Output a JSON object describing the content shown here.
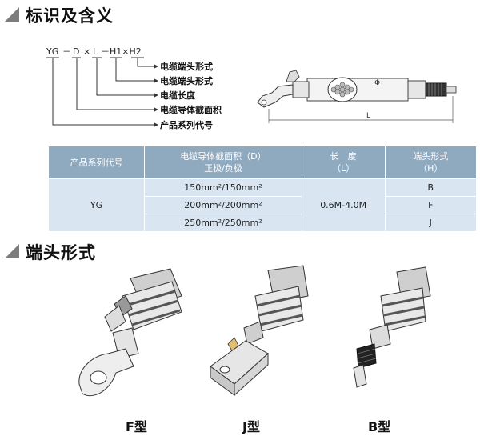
{
  "sections": {
    "marking_title": "标识及含义",
    "terminal_title": "端头形式"
  },
  "model_code": {
    "parts": [
      "YG",
      "－",
      "D",
      "×",
      "L",
      "－H1×H2"
    ],
    "labels": [
      "电缆端头形式",
      "电缆端头形式",
      "电缆长度",
      "电缆导体截面积",
      "产品系列代号"
    ]
  },
  "drawing": {
    "dim_phi": "Φ",
    "dim_length": "L"
  },
  "table": {
    "headers": {
      "series": "产品系列代号",
      "area": "电缆导体截面积（D）",
      "area_sub": "正极/负极",
      "length": "长　度",
      "length_sub": "（L）",
      "terminal": "端头形式",
      "terminal_sub": "（H）"
    },
    "series_value": "YG",
    "length_value": "0.6M-4.0M",
    "rows": [
      {
        "area": "150mm²/150mm²",
        "terminal": "B"
      },
      {
        "area": "200mm²/200mm²",
        "terminal": "F"
      },
      {
        "area": "250mm²/250mm²",
        "terminal": "J"
      }
    ]
  },
  "figures": {
    "f_label": "F型",
    "j_label": "J型",
    "b_label": "B型"
  },
  "colors": {
    "header_bg": "#8fa9bf",
    "cell_bg": "#d9e6f1",
    "section_marker": "#7d7d7d"
  }
}
